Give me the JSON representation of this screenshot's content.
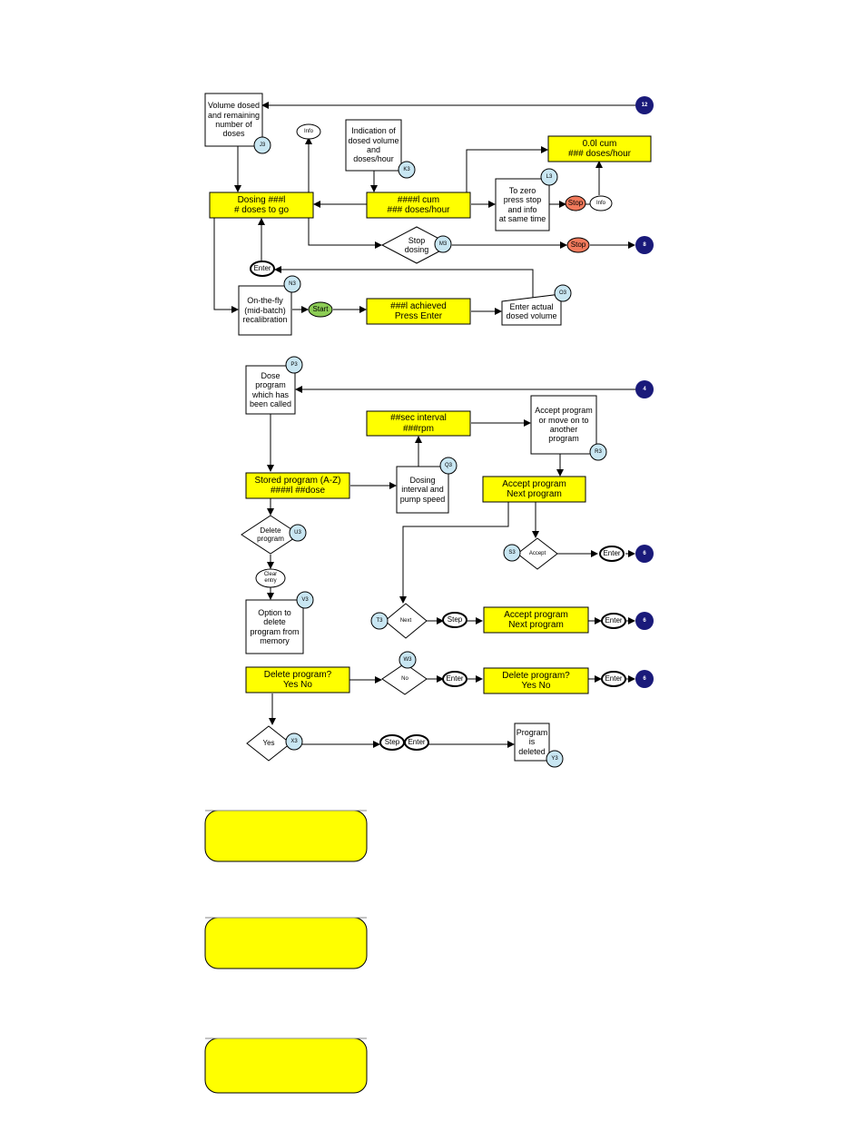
{
  "colors": {
    "yellow": "#ffff00",
    "navy": "#1a1a7a",
    "stop_red": "#f27a5c",
    "start_green": "#8ccc55",
    "ref_circle": "#c8e6f2",
    "line": "#000000"
  },
  "boxes": {
    "volume_dosed": "Volume dosed\nand remaining\nnumber of\ndoses",
    "indication": "Indication of\ndosed volume\nand\ndoses/hour",
    "dosing_status": "Dosing ###l\n# doses to go",
    "cum_rate": "####l   cum\n### doses/hour",
    "zero_info": "To zero\npress stop\nand info\nat same time",
    "cum_zero": "0.0l   cum\n### doses/hour",
    "stop_dosing": "Stop\ndosing",
    "recalibration": "On-the-fly\n(mid-batch)\nrecalibration",
    "achieved": "###l achieved\nPress Enter",
    "enter_actual": "Enter actual\ndosed volume",
    "dose_program": "Dose\nprogram\nwhich has\nbeen called",
    "interval_rpm": "##sec interval\n###rpm",
    "accept_or_move": "Accept program\nor move on to\nanother\nprogram",
    "stored_program": "Stored program (A-Z)\n####l  ##dose",
    "dosing_interval": "Dosing\ninterval and\npump speed",
    "accept_next_1": "Accept program\nNext program",
    "delete_decision": "Delete\nprogram",
    "clear_entry": "Clear\nentry",
    "accept_decision": "Accept",
    "next_decision": "Next",
    "accept_next_2": "Accept program\nNext program",
    "option_delete": "Option to\ndelete\nprogram from\nmemory",
    "delete_prompt_1": "Delete program?\nYes No",
    "no_decision": "No",
    "delete_prompt_2": "Delete program?\nYes No",
    "yes_decision": "Yes",
    "program_deleted": "Program\nis\ndeleted"
  },
  "buttons": {
    "info": "Info",
    "stop": "Stop",
    "enter": "Enter",
    "start": "Start",
    "step": "Step"
  },
  "refs": {
    "J3": "J3",
    "K3": "K3",
    "L3": "L3",
    "M3": "M3",
    "N3": "N3",
    "O3": "O3",
    "P3": "P3",
    "Q3": "Q3",
    "R3": "R3",
    "S3": "S3",
    "T3": "T3",
    "U3": "U3",
    "V3": "V3",
    "W3": "W3",
    "X3": "X3",
    "Y3": "Y3"
  },
  "connectors": {
    "c12": "12",
    "c8": "8",
    "c4": "4",
    "c6a": "6",
    "c6b": "6",
    "c6c": "6"
  }
}
